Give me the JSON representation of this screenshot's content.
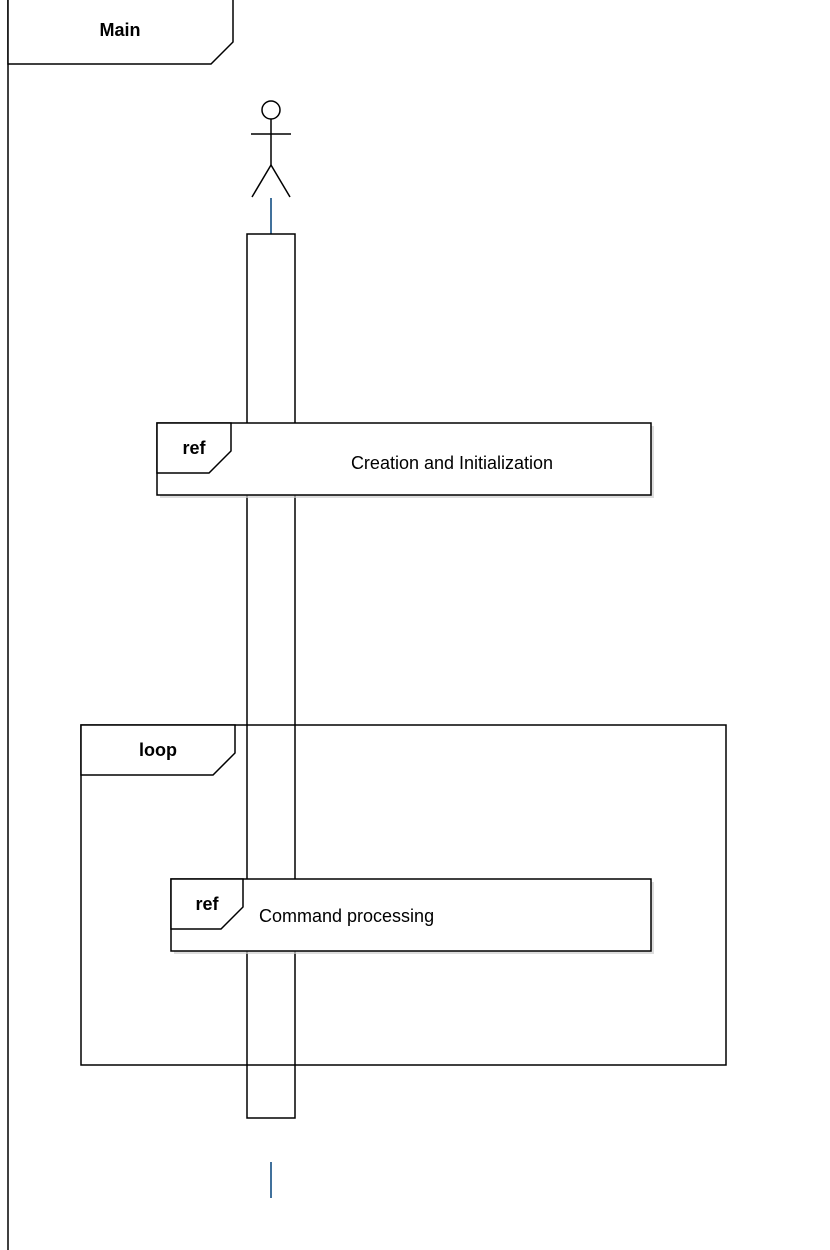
{
  "frame": {
    "title": "Main"
  },
  "lifeline": {
    "actor_icon": "stick-figure-icon",
    "line_color": "#41719c"
  },
  "fragments": {
    "ref_creation": {
      "operator": "ref",
      "label": "Creation and Initialization"
    },
    "loop": {
      "operator": "loop"
    },
    "ref_command": {
      "operator": "ref",
      "label": "Command processing"
    }
  },
  "colors": {
    "stroke": "#000000",
    "background": "#ffffff",
    "lifeline": "#41719c",
    "shadow": "#c8c8c8"
  }
}
